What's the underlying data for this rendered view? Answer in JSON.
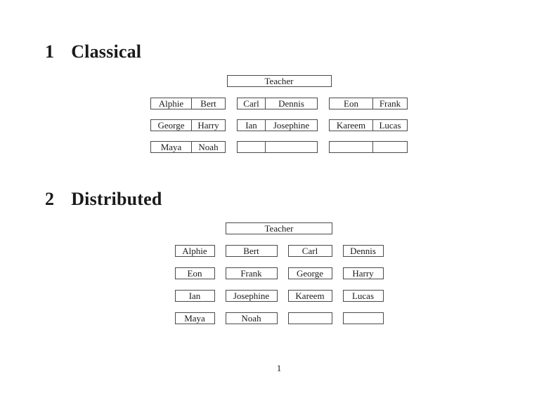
{
  "section1": {
    "number": "1",
    "title": "Classical",
    "teacher_label": "Teacher",
    "rows": [
      {
        "desks": [
          {
            "left": "Alphie",
            "right": "Bert"
          },
          {
            "left": "Carl",
            "right": "Dennis"
          },
          {
            "left": "Eon",
            "right": "Frank"
          }
        ]
      },
      {
        "desks": [
          {
            "left": "George",
            "right": "Harry"
          },
          {
            "left": "Ian",
            "right": "Josephine"
          },
          {
            "left": "Kareem",
            "right": "Lucas"
          }
        ]
      },
      {
        "desks": [
          {
            "left": "Maya",
            "right": "Noah"
          },
          {
            "left": "",
            "right": ""
          },
          {
            "left": "",
            "right": ""
          }
        ]
      }
    ]
  },
  "section2": {
    "number": "2",
    "title": "Distributed",
    "teacher_label": "Teacher",
    "rows": [
      {
        "desks": [
          "Alphie",
          "Bert",
          "Carl",
          "Dennis"
        ]
      },
      {
        "desks": [
          "Eon",
          "Frank",
          "George",
          "Harry"
        ]
      },
      {
        "desks": [
          "Ian",
          "Josephine",
          "Kareem",
          "Lucas"
        ]
      },
      {
        "desks": [
          "Maya",
          "Noah",
          "",
          ""
        ]
      }
    ]
  },
  "footer": {
    "page_number": "1"
  }
}
